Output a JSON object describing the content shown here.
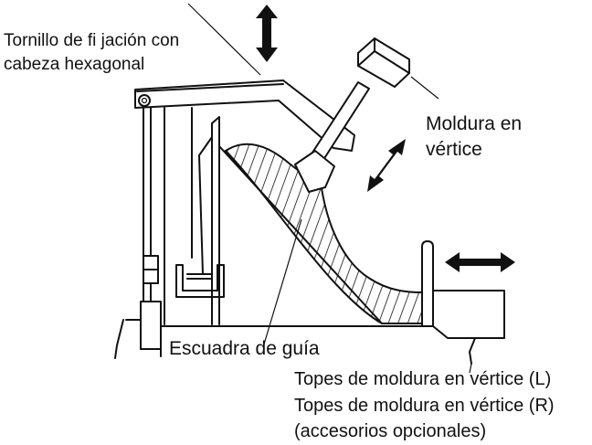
{
  "labels": {
    "hex_screw_line1": "Tornillo de fi jación con",
    "hex_screw_line2": "cabeza hexagonal",
    "crown_line1": "Moldura en",
    "crown_line2": "vértice",
    "guide_square": "Escuadra de guía",
    "stops_line1": "Topes de moldura en vértice (L)",
    "stops_line2": "Topes de moldura en vértice (R)",
    "stops_line3": "(accesorios opcionales)"
  },
  "colors": {
    "ink": "#111111",
    "background": "#ffffff"
  },
  "icons": [
    "double-arrow-vertical-icon",
    "double-arrow-diagonal-icon",
    "double-arrow-horizontal-icon"
  ]
}
